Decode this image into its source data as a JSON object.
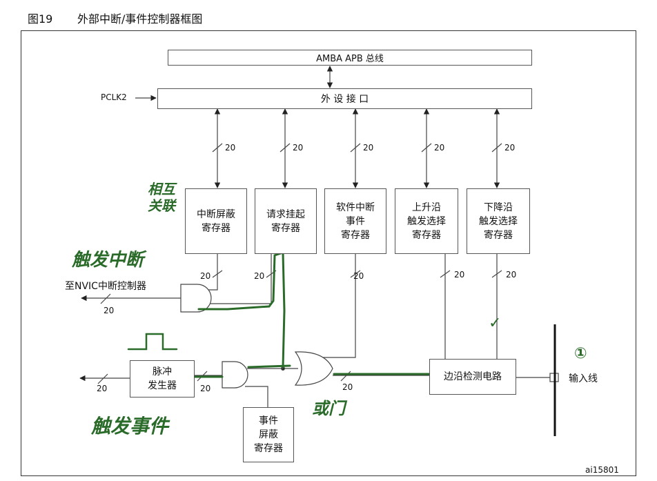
{
  "caption": {
    "number": "图19",
    "title": "外部中断/事件控制器框图"
  },
  "buses": {
    "amba": "AMBA APB 总线",
    "peripheral_interface": "外 设 接 口",
    "pclk": "PCLK2"
  },
  "registers": {
    "int_mask": "中断屏蔽\n寄存器",
    "pending": "请求挂起\n寄存器",
    "sw_int": "软件中断\n事件\n寄存器",
    "rising": "上升沿\n触发选择\n寄存器",
    "falling": "下降沿\n触发选择\n寄存器",
    "evt_mask": "事件\n屏蔽\n寄存器",
    "pulse": "脉冲\n发生器",
    "edge_detect": "边沿检测电路"
  },
  "bus_width": "20",
  "labels": {
    "nvic": "至NVIC中断控制器",
    "input_line": "输入线",
    "figure_id": "ai15801"
  },
  "annotations": {
    "linked": "相互\n关联",
    "trigger_interrupt": "触发中断",
    "trigger_event": "触发事件",
    "or_gate": "或门",
    "check": "✓",
    "marker": "①"
  },
  "colors": {
    "ink": "#222222",
    "annotation": "#2a6b2a"
  }
}
